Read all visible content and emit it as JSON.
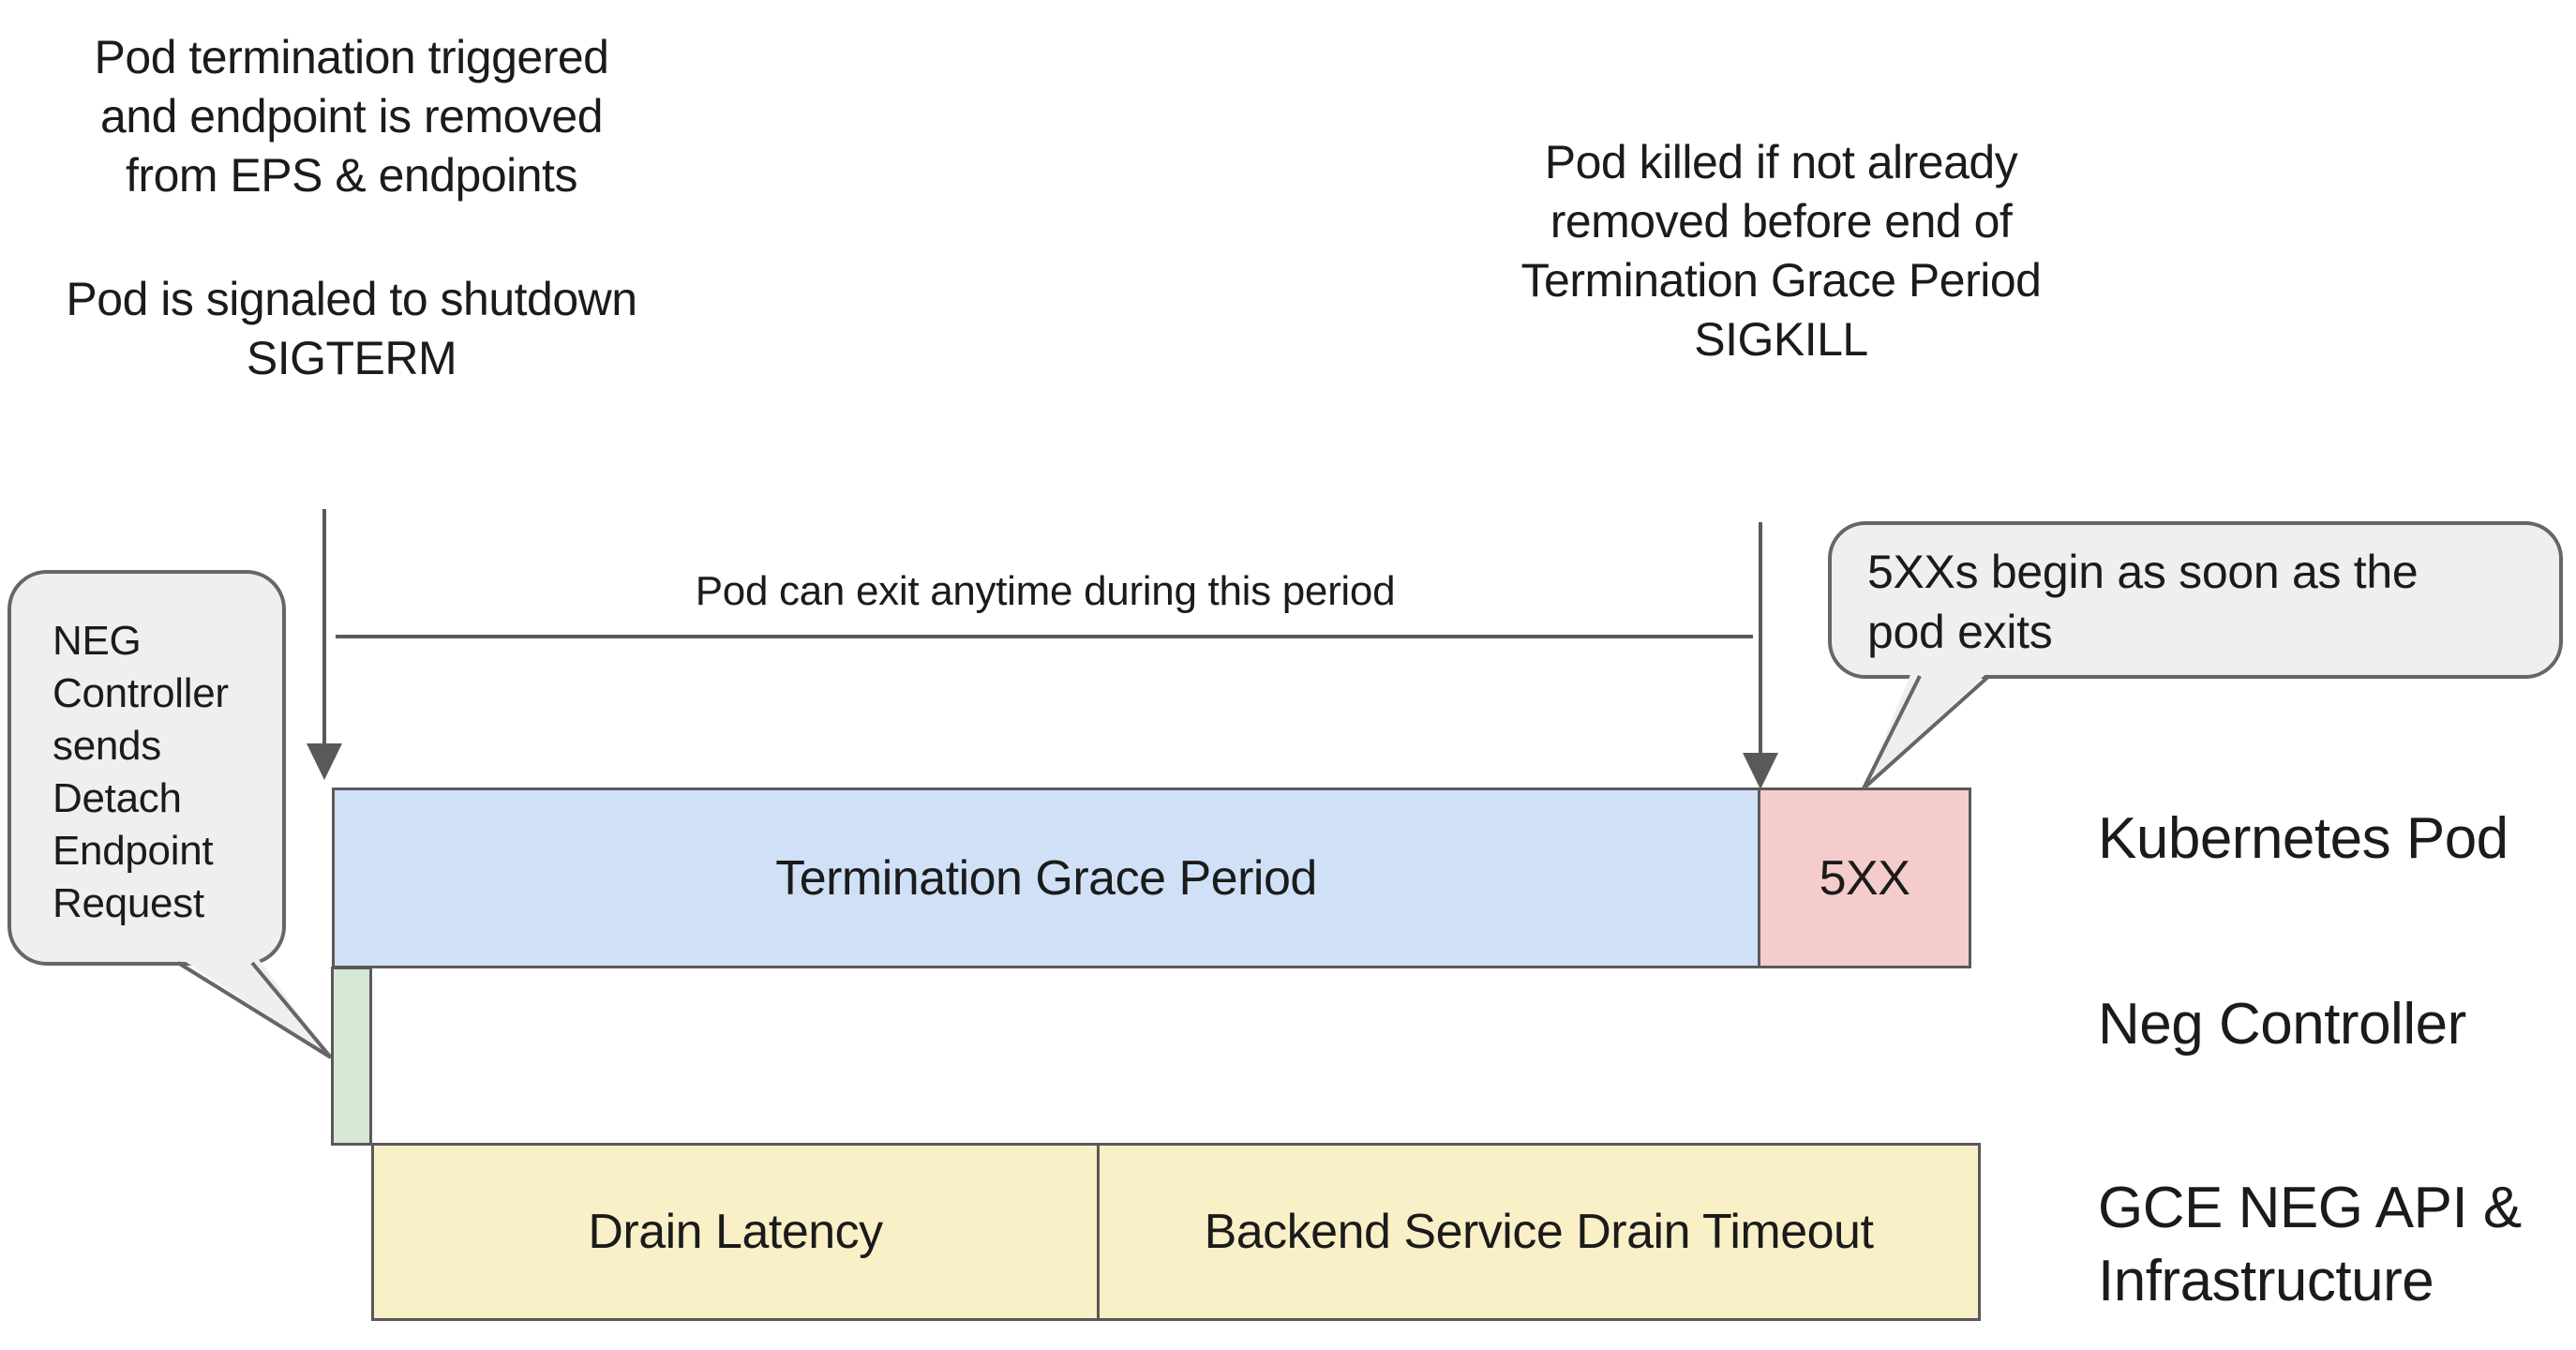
{
  "annotations": {
    "pod_termination": "Pod termination triggered\nand endpoint is removed\nfrom EPS & endpoints",
    "pod_signaled": "Pod is signaled to shutdown\nSIGTERM",
    "pod_killed": "Pod killed if not already\nremoved before end of\nTermination Grace Period\nSIGKILL",
    "period_label": "Pod can exit anytime during this period"
  },
  "bubbles": {
    "neg_controller": "NEG\nController\nsends\nDetach\nEndpoint\nRequest",
    "five_xx": "5XXs begin as soon as the\npod exits"
  },
  "timeline": {
    "grace_period_label": "Termination Grace Period",
    "error_label": "5XX",
    "drain_latency_label": "Drain Latency",
    "drain_timeout_label": "Backend Service Drain Timeout"
  },
  "row_labels": {
    "kubernetes_pod": "Kubernetes Pod",
    "neg_controller": "Neg Controller",
    "gce": "GCE NEG API &\nInfrastructure"
  },
  "colors": {
    "grace_period_blue": "#d0e0f7",
    "error_pink": "#f4cccc",
    "detach_green": "#d5e8d4",
    "drain_yellow": "#faf0c8",
    "bubble_gray": "#efefef",
    "shape_stroke": "#595959",
    "bubble_stroke": "#666666",
    "text": "#1b1b1b"
  }
}
